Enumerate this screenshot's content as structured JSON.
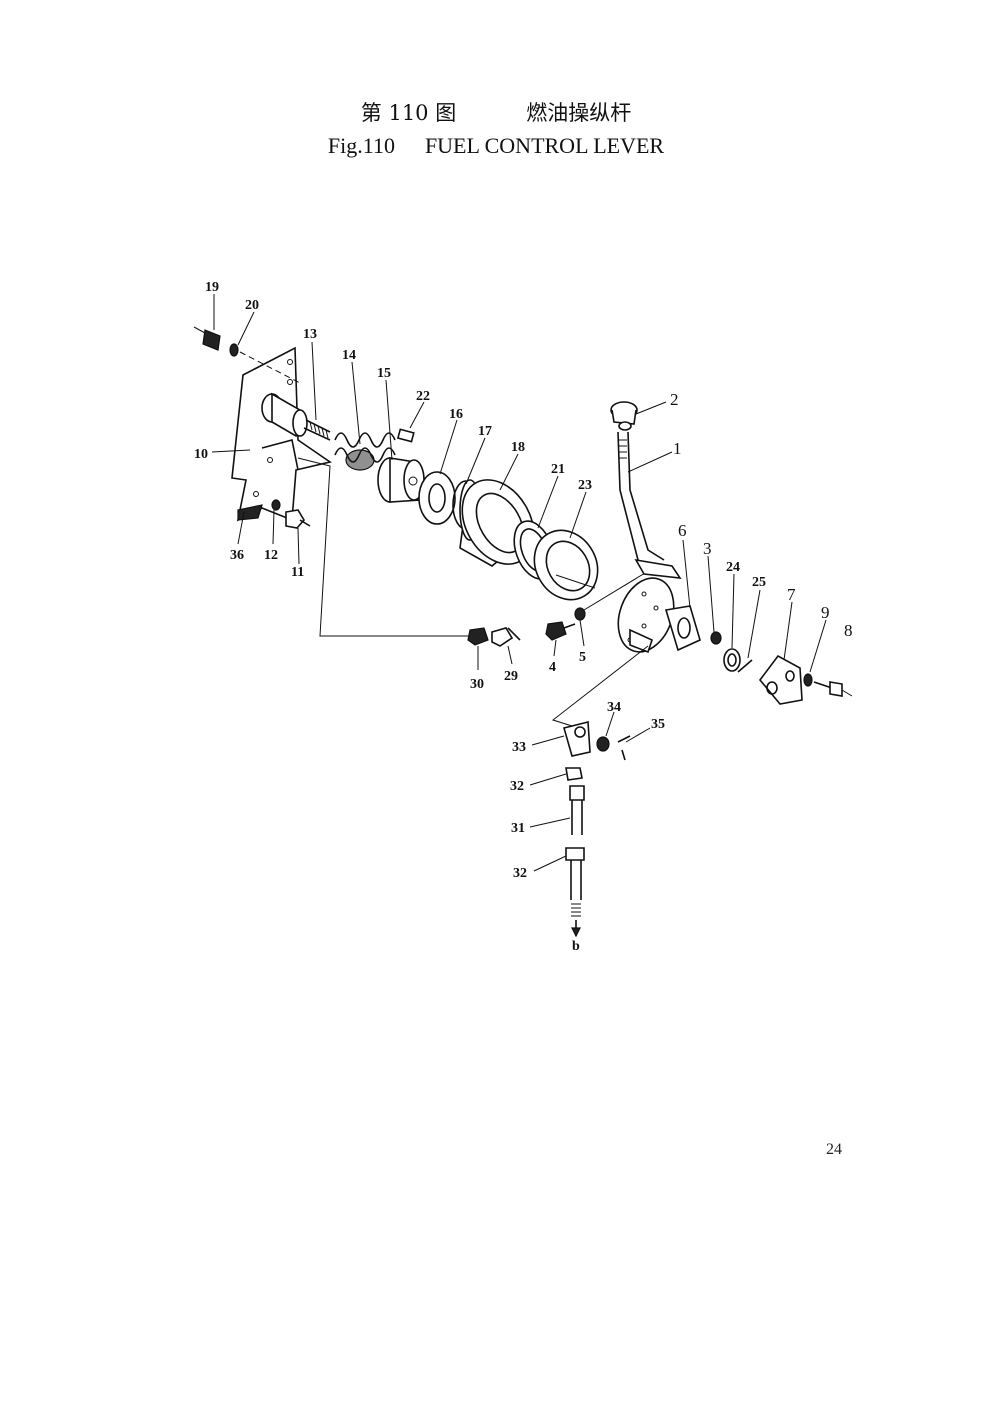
{
  "title": {
    "cn_fig": "第 110 图",
    "cn_name": "燃油操纵杆",
    "en_fig": "Fig.110",
    "en_name": "FUEL CONTROL LEVER"
  },
  "page_number": "24",
  "callouts": [
    {
      "id": "c19",
      "text": "19"
    },
    {
      "id": "c20",
      "text": "20"
    },
    {
      "id": "c13",
      "text": "13"
    },
    {
      "id": "c14",
      "text": "14"
    },
    {
      "id": "c15",
      "text": "15"
    },
    {
      "id": "c22",
      "text": "22"
    },
    {
      "id": "c16",
      "text": "16"
    },
    {
      "id": "c17",
      "text": "17"
    },
    {
      "id": "c18",
      "text": "18"
    },
    {
      "id": "c21",
      "text": "21"
    },
    {
      "id": "c23",
      "text": "23"
    },
    {
      "id": "c2",
      "text": "2"
    },
    {
      "id": "c1",
      "text": "1"
    },
    {
      "id": "c10",
      "text": "10"
    },
    {
      "id": "c36",
      "text": "36"
    },
    {
      "id": "c12",
      "text": "12"
    },
    {
      "id": "c11",
      "text": "11"
    },
    {
      "id": "c6",
      "text": "6"
    },
    {
      "id": "c3",
      "text": "3"
    },
    {
      "id": "c24",
      "text": "24"
    },
    {
      "id": "c25",
      "text": "25"
    },
    {
      "id": "c7",
      "text": "7"
    },
    {
      "id": "c9",
      "text": "9"
    },
    {
      "id": "c8",
      "text": "8"
    },
    {
      "id": "c30",
      "text": "30"
    },
    {
      "id": "c29",
      "text": "29"
    },
    {
      "id": "c4",
      "text": "4"
    },
    {
      "id": "c5",
      "text": "5"
    },
    {
      "id": "c34",
      "text": "34"
    },
    {
      "id": "c35",
      "text": "35"
    },
    {
      "id": "c33",
      "text": "33"
    },
    {
      "id": "c32a",
      "text": "32"
    },
    {
      "id": "c31",
      "text": "31"
    },
    {
      "id": "c32b",
      "text": "32"
    },
    {
      "id": "cb",
      "text": "b"
    }
  ]
}
